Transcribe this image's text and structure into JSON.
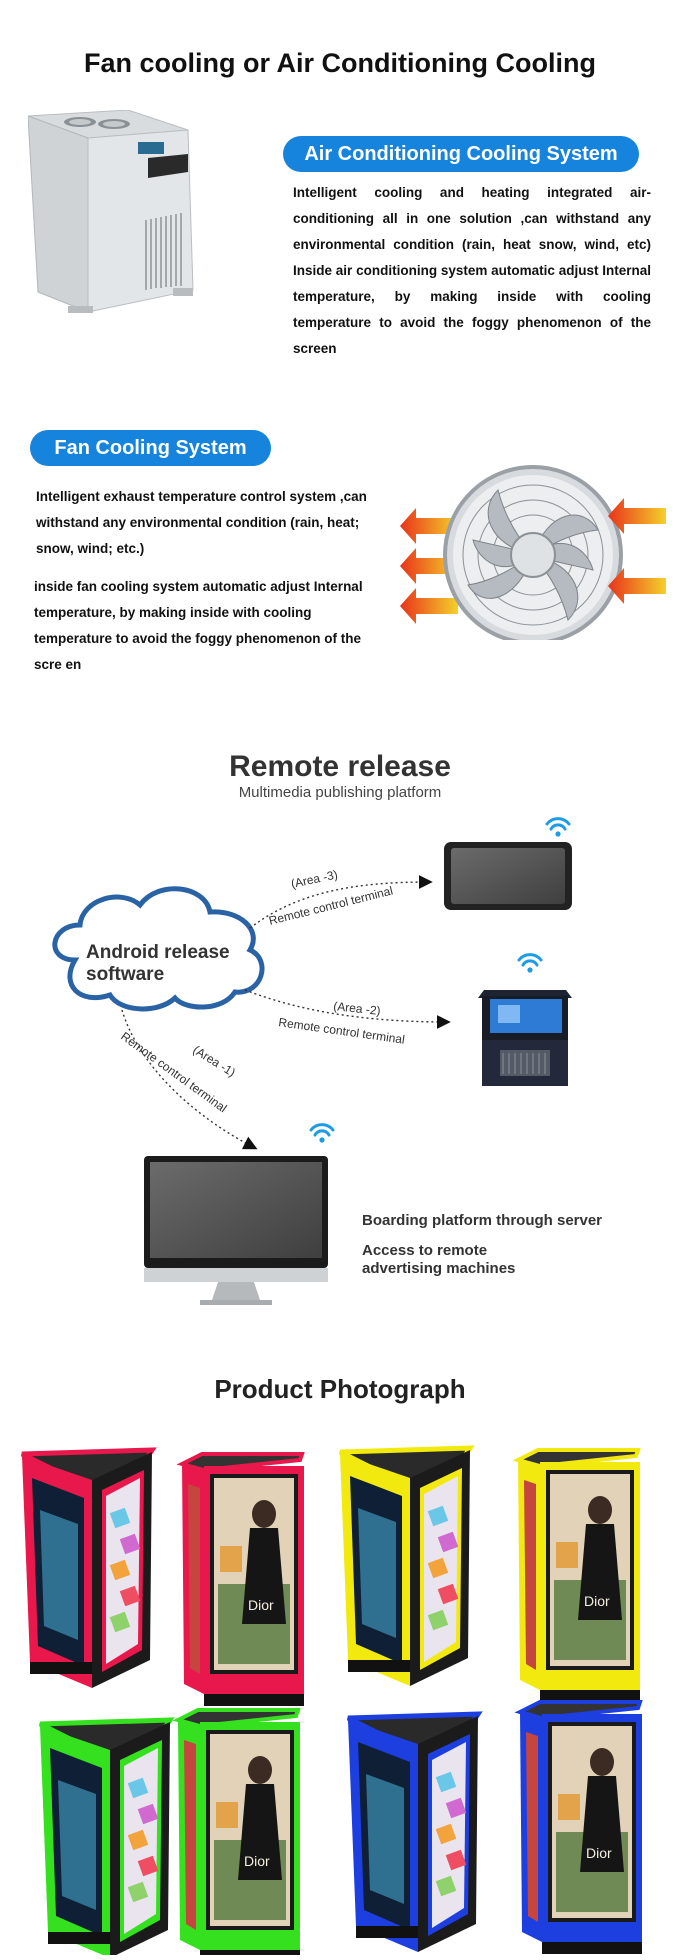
{
  "cooling": {
    "title": "Fan cooling or Air Conditioning Cooling",
    "ac": {
      "label": "Air Conditioning Cooling System",
      "desc": "Intelligent cooling and heating integrated air-conditioning all in one solution ,can withstand any environmental condition (rain, heat snow, wind, etc) Inside air conditioning system automatic adjust Internal temperature, by making inside with cooling temperature to avoid the foggy phenomenon of the screen"
    },
    "fan": {
      "label": "Fan Cooling System",
      "desc1": "Intelligent exhaust temperature control system ,can withstand any environmental condition (rain, heat; snow, wind; etc.)",
      "desc2": "inside fan cooling system automatic adjust Internal temperature, by making inside with cooling temperature to avoid the foggy phenomenon of the scre en"
    }
  },
  "remote": {
    "title": "Remote release",
    "subtitle": "Multimedia publishing platform",
    "cloud_line1": "Android release",
    "cloud_line2": "software",
    "area3": "(Area -3)",
    "area2": "(Area -2)",
    "area1": "(Area -1)",
    "terminal": "Remote control terminal",
    "note1": "Boarding platform through server",
    "note2_line1": "Access to remote",
    "note2_line2": "advertising machines"
  },
  "products": {
    "title": "Product Photograph",
    "items": [
      {
        "color": "#e8184d",
        "shape": "triangle"
      },
      {
        "color": "#e8184d",
        "shape": "side"
      },
      {
        "color": "#f2ea0f",
        "shape": "triangle"
      },
      {
        "color": "#f2ea0f",
        "shape": "side"
      },
      {
        "color": "#35e11f",
        "shape": "triangle"
      },
      {
        "color": "#35e11f",
        "shape": "side"
      },
      {
        "color": "#1e3fe0",
        "shape": "triangle"
      },
      {
        "color": "#1e3fe0",
        "shape": "side"
      }
    ],
    "brand": "Dior"
  },
  "colors": {
    "accent": "#1684dd",
    "cloud": "#2a63a5",
    "wifi": "#1c9be6"
  }
}
